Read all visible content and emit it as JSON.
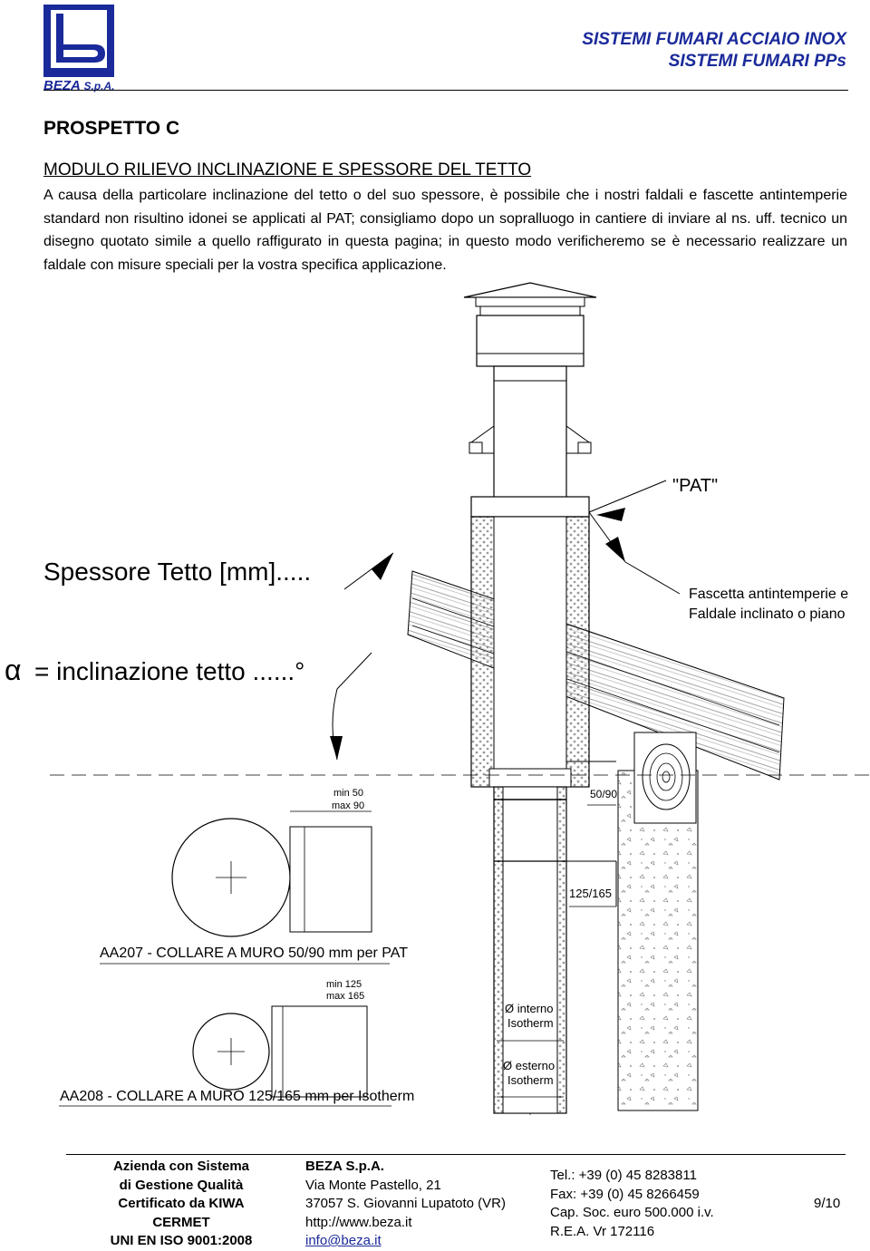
{
  "header": {
    "brand_main": "BEZA",
    "brand_suffix": "S.p.A.",
    "title_1": "SISTEMI FUMARI ACCIAIO INOX",
    "title_2": "SISTEMI FUMARI PPs"
  },
  "doc": {
    "prospetto": "PROSPETTO C",
    "section_title": "MODULO RILIEVO INCLINAZIONE E SPESSORE DEL TETTO",
    "paragraph": "A causa della particolare inclinazione del tetto o del suo spessore, è possibile che i nostri faldali e fascette antintemperie standard non risultino idonei se applicati al PAT; consigliamo dopo un sopralluogo in cantiere di inviare al ns. uff. tecnico un disegno quotato simile a quello raffigurato in questa pagina; in questo modo verificheremo se è necessario realizzare un faldale con misure speciali per la vostra specifica applicazione."
  },
  "drawing": {
    "pat_label": "\"PAT\"",
    "spessore_label": "Spessore Tetto [mm].....",
    "fascetta_line1": "Fascetta antintemperie e",
    "fascetta_line2": "Faldale inclinato o piano",
    "alpha_symbol": "α",
    "inclinazione_label": "= inclinazione tetto ......°",
    "min50": "min 50",
    "max90": "max 90",
    "dim_5090": "50/90",
    "dim_125165": "125/165",
    "aa207": "AA207 - COLLARE A MURO 50/90 mm per PAT",
    "min125": "min 125",
    "max165": "max 165",
    "interno_1": "Ø interno",
    "interno_2": "Isotherm",
    "esterno_1": "Ø esterno",
    "esterno_2": "Isotherm",
    "aa208": "AA208 - COLLARE A MURO 125/165 mm per Isotherm"
  },
  "footer": {
    "col1": [
      "Azienda con Sistema",
      "di Gestione Qualità",
      "Certificato da  KIWA CERMET",
      "UNI EN ISO 9001:2008"
    ],
    "col2_title": "BEZA S.p.A.",
    "col2": [
      "Via Monte Pastello, 21",
      "37057 S. Giovanni Lupatoto (VR)",
      "http://www.beza.it"
    ],
    "email": "info@beza.it",
    "col3": [
      "Tel.: +39 (0) 45 8283811",
      "Fax: +39 (0) 45 8266459",
      "Cap. Soc. euro 500.000 i.v.",
      "R.E.A. Vr 172116"
    ],
    "page": "9/10"
  },
  "colors": {
    "brand_blue": "#1a2a9a"
  }
}
